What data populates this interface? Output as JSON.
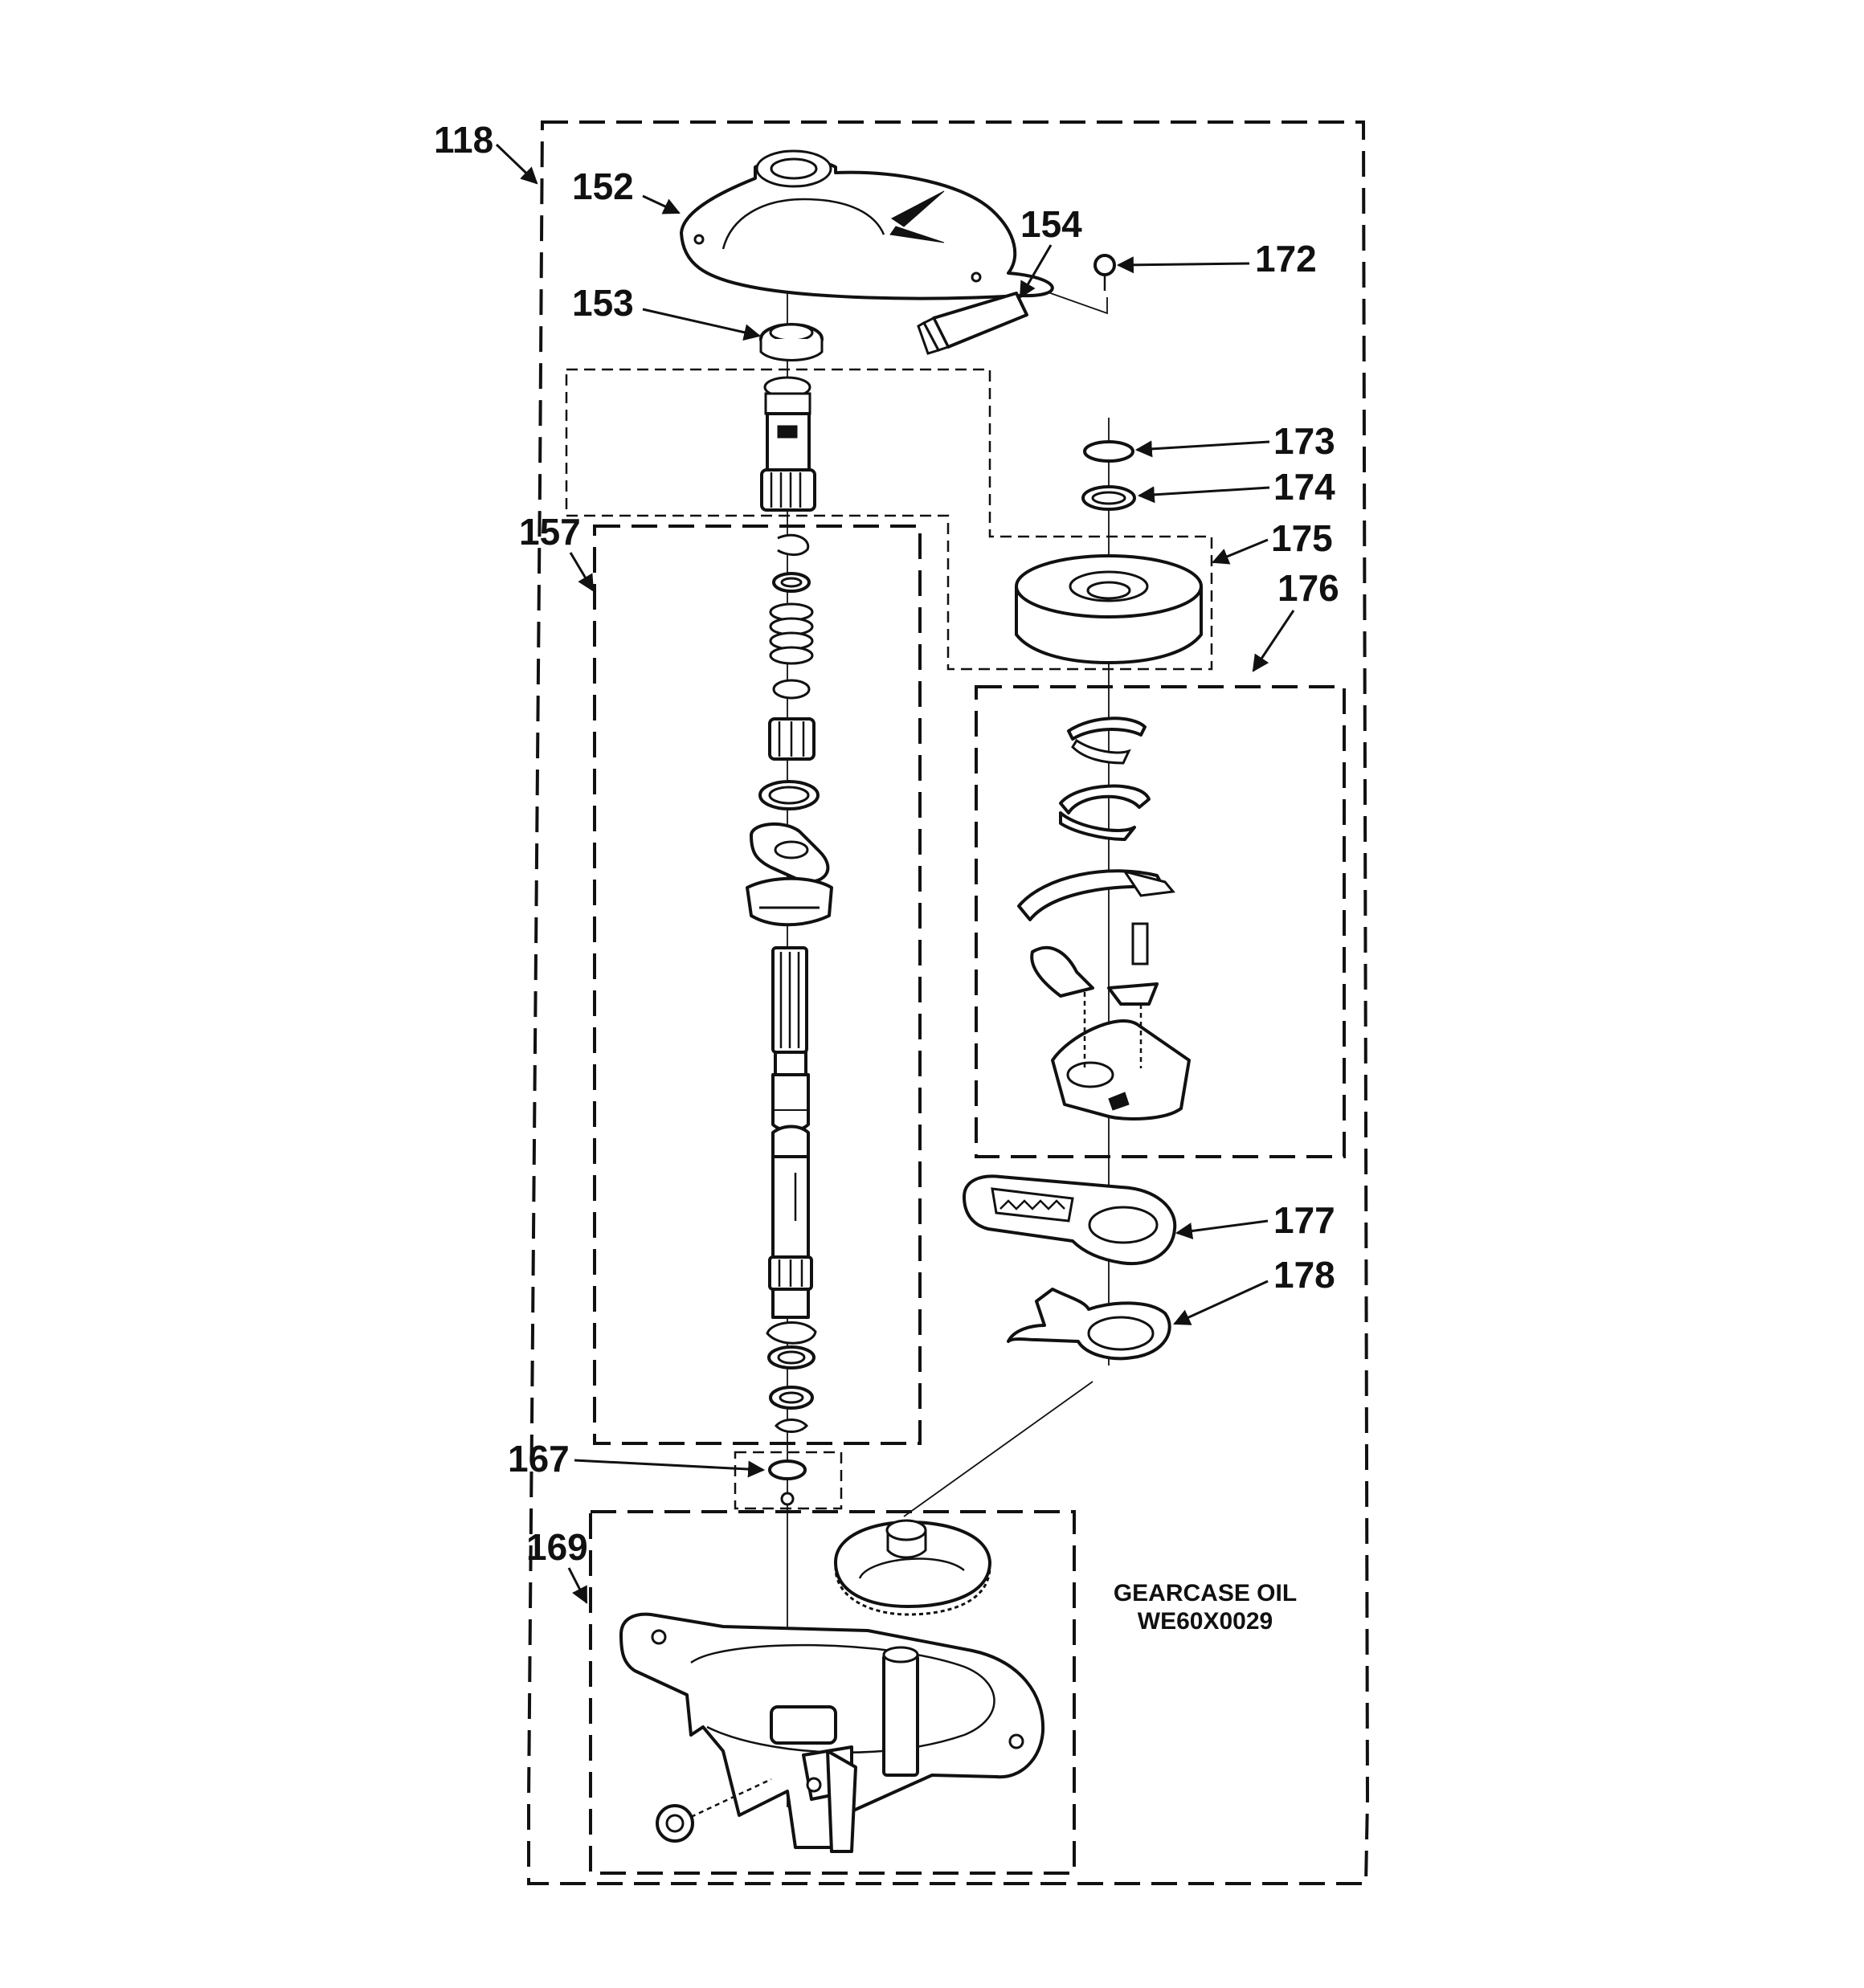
{
  "labels": {
    "p118": "118",
    "p152": "152",
    "p153": "153",
    "p154": "154",
    "p157": "157",
    "p167": "167",
    "p169": "169",
    "p172": "172",
    "p173": "173",
    "p174": "174",
    "p175": "175",
    "p176": "176",
    "p177": "177",
    "p178": "178"
  },
  "note": {
    "line1": "GEARCASE OIL",
    "line2": "WE60X0029"
  }
}
